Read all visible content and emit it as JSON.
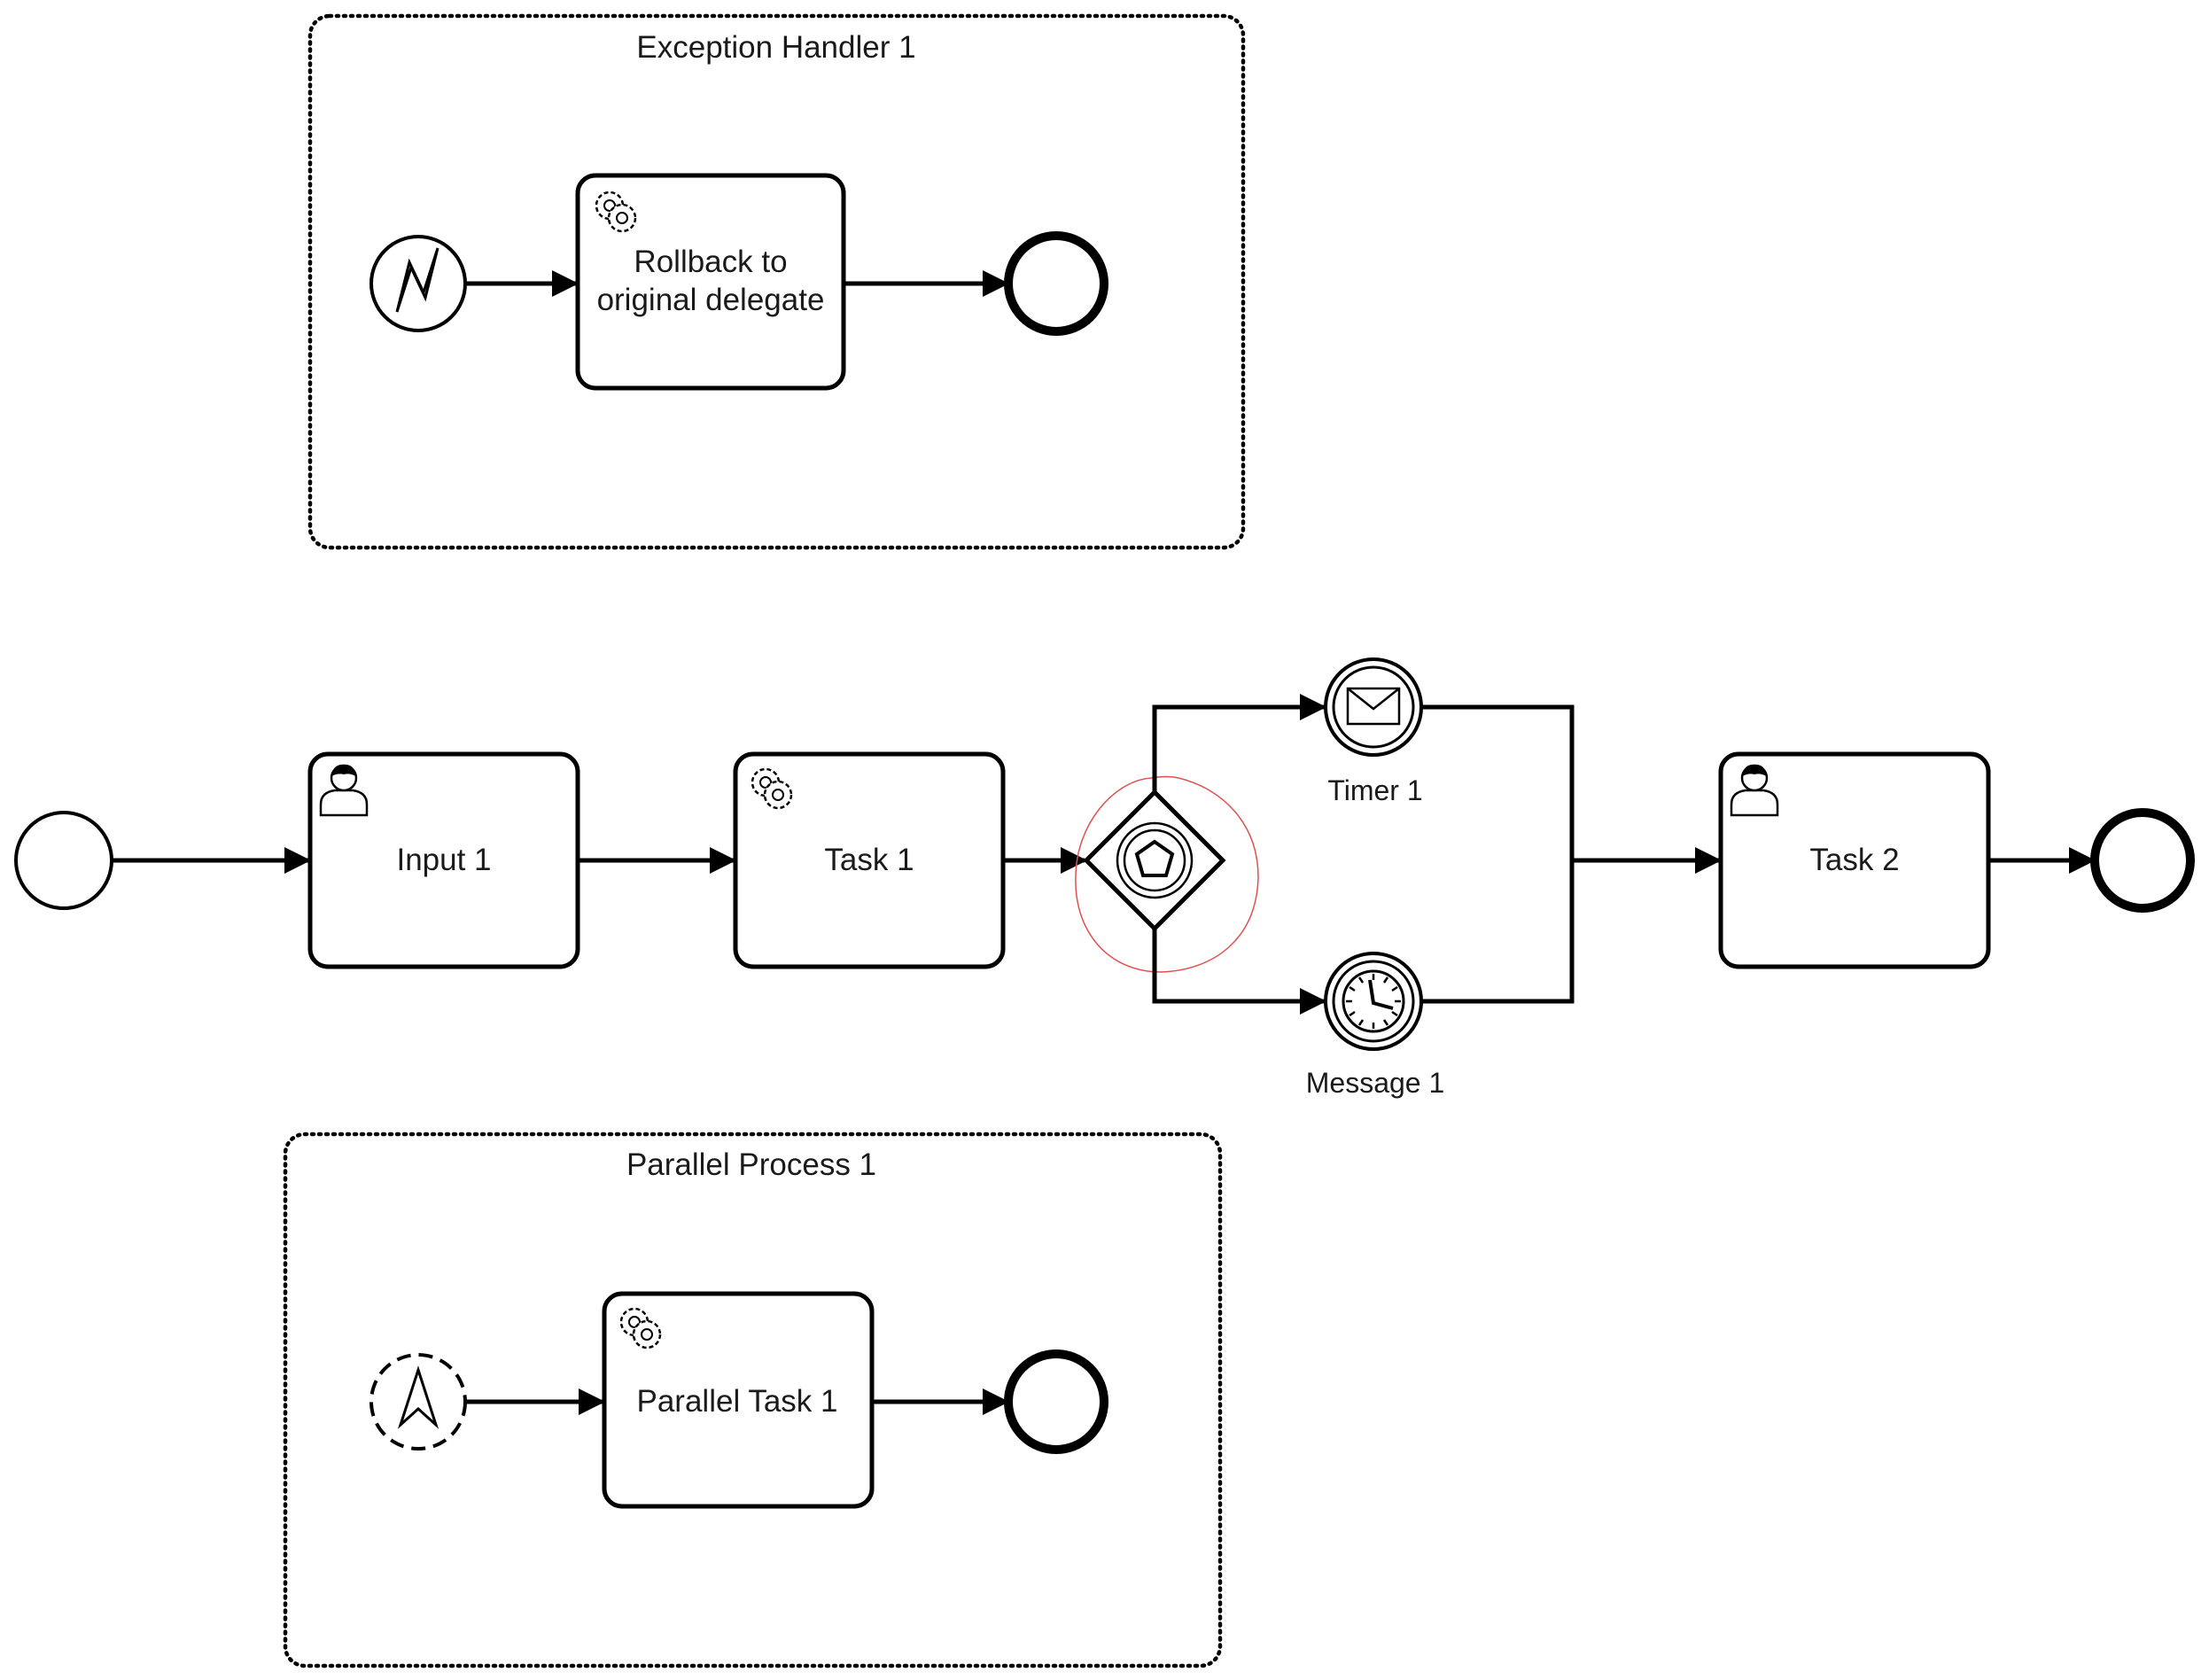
{
  "subprocesses": {
    "exception_handler": {
      "label": "Exception Handler 1"
    },
    "parallel_process": {
      "label": "Parallel Process 1"
    }
  },
  "tasks": {
    "rollback": {
      "label_line1": "Rollback to",
      "label_line2": "original delegate",
      "icon": "gear-icon"
    },
    "input1": {
      "label": "Input 1",
      "icon": "user-icon"
    },
    "task1": {
      "label": "Task 1",
      "icon": "gear-icon"
    },
    "task2": {
      "label": "Task 2",
      "icon": "user-icon"
    },
    "parallel_task1": {
      "label": "Parallel Task 1",
      "icon": "gear-icon"
    }
  },
  "events": {
    "timer1": {
      "label": "Timer 1",
      "icon": "envelope-icon"
    },
    "message1": {
      "label": "Message 1",
      "icon": "clock-icon"
    },
    "error_start": {
      "icon": "lightning-icon"
    },
    "escalation_start": {
      "icon": "arrowhead-icon"
    }
  },
  "gateway": {
    "icon": "pentagon-icon"
  },
  "colors": {
    "stroke": "#000000",
    "annotation": "#e05050"
  }
}
